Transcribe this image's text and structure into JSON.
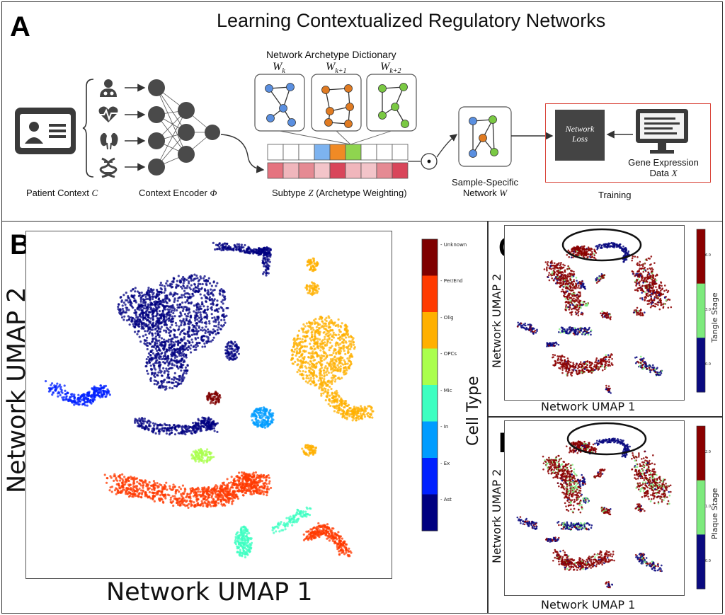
{
  "panel_a": {
    "letter": "A",
    "title": "Learning Contextualized Regulatory Networks",
    "dictionary_title": "Network Archetype Dictionary",
    "archetypes": [
      {
        "label": "W",
        "sub": "k",
        "color": "#5a8fe0"
      },
      {
        "label": "W",
        "sub": "k+1",
        "color": "#e07b22"
      },
      {
        "label": "W",
        "sub": "k+2",
        "color": "#7ac943"
      }
    ],
    "labels": {
      "patient_context": "Patient Context",
      "patient_context_sym": "C",
      "context_encoder": "Context Encoder",
      "context_encoder_sym": "Φ",
      "subtype": "Subtype",
      "subtype_sym": "Z",
      "subtype_suffix": "(Archetype Weighting)",
      "sample_specific_line1": "Sample-Specific",
      "sample_specific_line2": "Network",
      "sample_specific_sym": "W",
      "training": "Training",
      "network_loss_line1": "Network",
      "network_loss_line2": "Loss",
      "gene_expr_line1": "Gene Expression",
      "gene_expr_line2": "Data",
      "gene_expr_sym": "X",
      "dot_op": "⊙"
    },
    "context_icons": [
      "doctor-icon",
      "heartbeat-icon",
      "kidney-icon",
      "dna-icon"
    ],
    "accent_colors": {
      "training_box": "#d9453a",
      "weight_red": "#d9455a"
    }
  },
  "panel_b": {
    "letter": "B",
    "xlabel": "Network UMAP 1",
    "ylabel": "Network UMAP 2",
    "colorbar_label": "Cell Type",
    "colorbar_ticks": [
      "Unknown",
      "Per/End",
      "Olig",
      "OPCs",
      "Mic",
      "In",
      "Ex",
      "Ast"
    ],
    "colorbar_colors": [
      "#7f0000",
      "#ff3a00",
      "#ffb000",
      "#aaff4d",
      "#3dffc1",
      "#009cff",
      "#0020ff",
      "#000080"
    ]
  },
  "panel_c": {
    "letter": "C",
    "xlabel": "Network UMAP 1",
    "ylabel": "Network UMAP 2",
    "colorbar_label": "Tangle Stage",
    "colorbar_ticks": [
      "6.0",
      "3.0",
      "0.0"
    ]
  },
  "panel_d": {
    "letter": "D",
    "xlabel": "Network UMAP 1",
    "ylabel": "Network UMAP 2",
    "colorbar_label": "Plaque Stage",
    "colorbar_ticks": [
      "2.0",
      "1.0",
      "0.0"
    ]
  },
  "stage_colors": [
    "#8b0000",
    "#7dea7d",
    "#0a0a80"
  ]
}
